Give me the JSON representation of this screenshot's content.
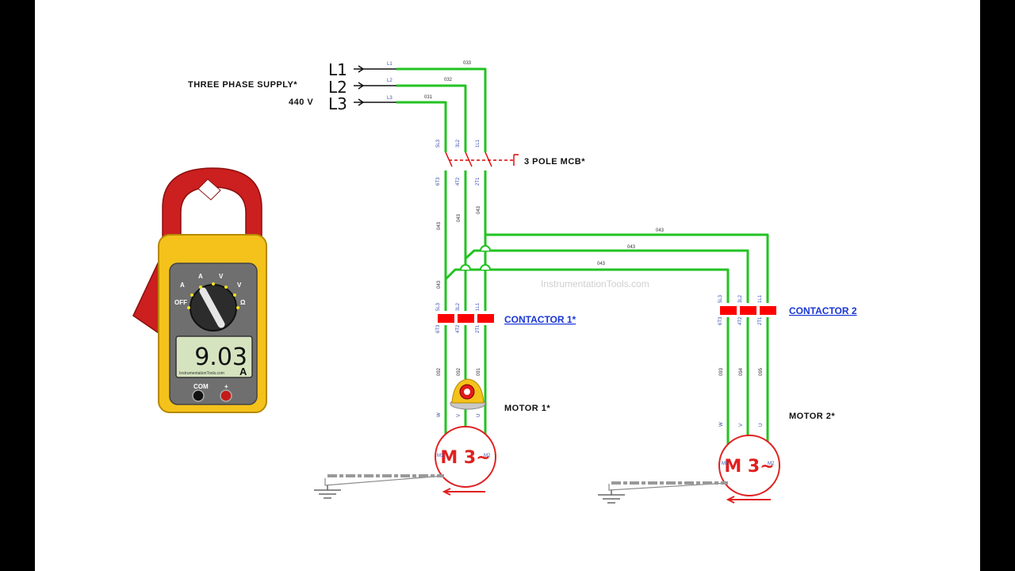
{
  "supply": {
    "title": "THREE PHASE SUPPLY*",
    "voltage": "440 V",
    "phases": [
      "L1",
      "L2",
      "L3"
    ],
    "terminal_tags": [
      "L1",
      "L2",
      "L3"
    ],
    "wire_tags": [
      "033",
      "032",
      "031"
    ]
  },
  "mcb": {
    "label": "3 POLE MCB*",
    "top_pins": [
      "5L3",
      "3L2",
      "1L1"
    ],
    "bottom_pins": [
      "6T3",
      "4T2",
      "2T1"
    ],
    "wire_tags": [
      "043",
      "043",
      "043"
    ]
  },
  "branch_tags": [
    "043",
    "043",
    "043",
    "043"
  ],
  "contactor1": {
    "label": "CONTACTOR 1*",
    "top_pins": [
      "5L3",
      "3L2",
      "1L1"
    ],
    "bottom_pins": [
      "6T3",
      "4T2",
      "2T1"
    ],
    "wire_tags": [
      "092",
      "092",
      "091"
    ],
    "motor_pins": [
      "W",
      "V",
      "U"
    ]
  },
  "contactor2": {
    "label": "CONTACTOR 2",
    "top_pins": [
      "5L3",
      "3L2",
      "1L1"
    ],
    "bottom_pins": [
      "6T3",
      "4T2",
      "2T1"
    ],
    "wire_tags": [
      "093",
      "094",
      "095"
    ],
    "motor_pins": [
      "W",
      "V",
      "U"
    ]
  },
  "motor1": {
    "label": "MOTOR 1*",
    "symbol": "M 3~",
    "left_term": "M1",
    "right_term": "M2"
  },
  "motor2": {
    "label": "MOTOR 2*",
    "symbol": "M 3~",
    "left_term": "M1",
    "right_term": "M2"
  },
  "watermark": "InstrumentationTools.com",
  "meter": {
    "reading": "9.03",
    "unit": "A",
    "lcd_watermark": "InstrumentationTools.com",
    "dial_labels": [
      "OFF",
      "A",
      "A",
      "V",
      "V",
      "Ω"
    ],
    "jack_labels": [
      "COM",
      "+"
    ]
  },
  "colors": {
    "wire": "#22c322",
    "contact": "#ff0000",
    "motor": "#e02020",
    "label_link": "#1a36d6",
    "meter_body": "#f4c21b",
    "meter_jaw": "#cc1f1f"
  }
}
